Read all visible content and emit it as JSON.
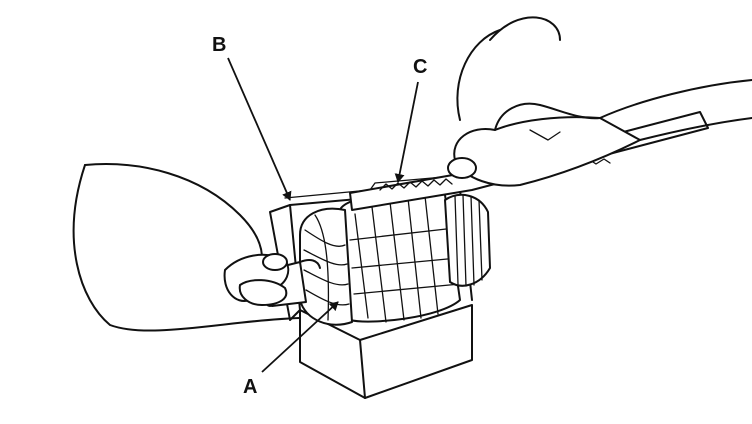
{
  "diagram": {
    "callouts": {
      "a": "A",
      "b": "B",
      "c": "C"
    },
    "colors": {
      "ink": "#111111",
      "background": "#ffffff"
    }
  }
}
